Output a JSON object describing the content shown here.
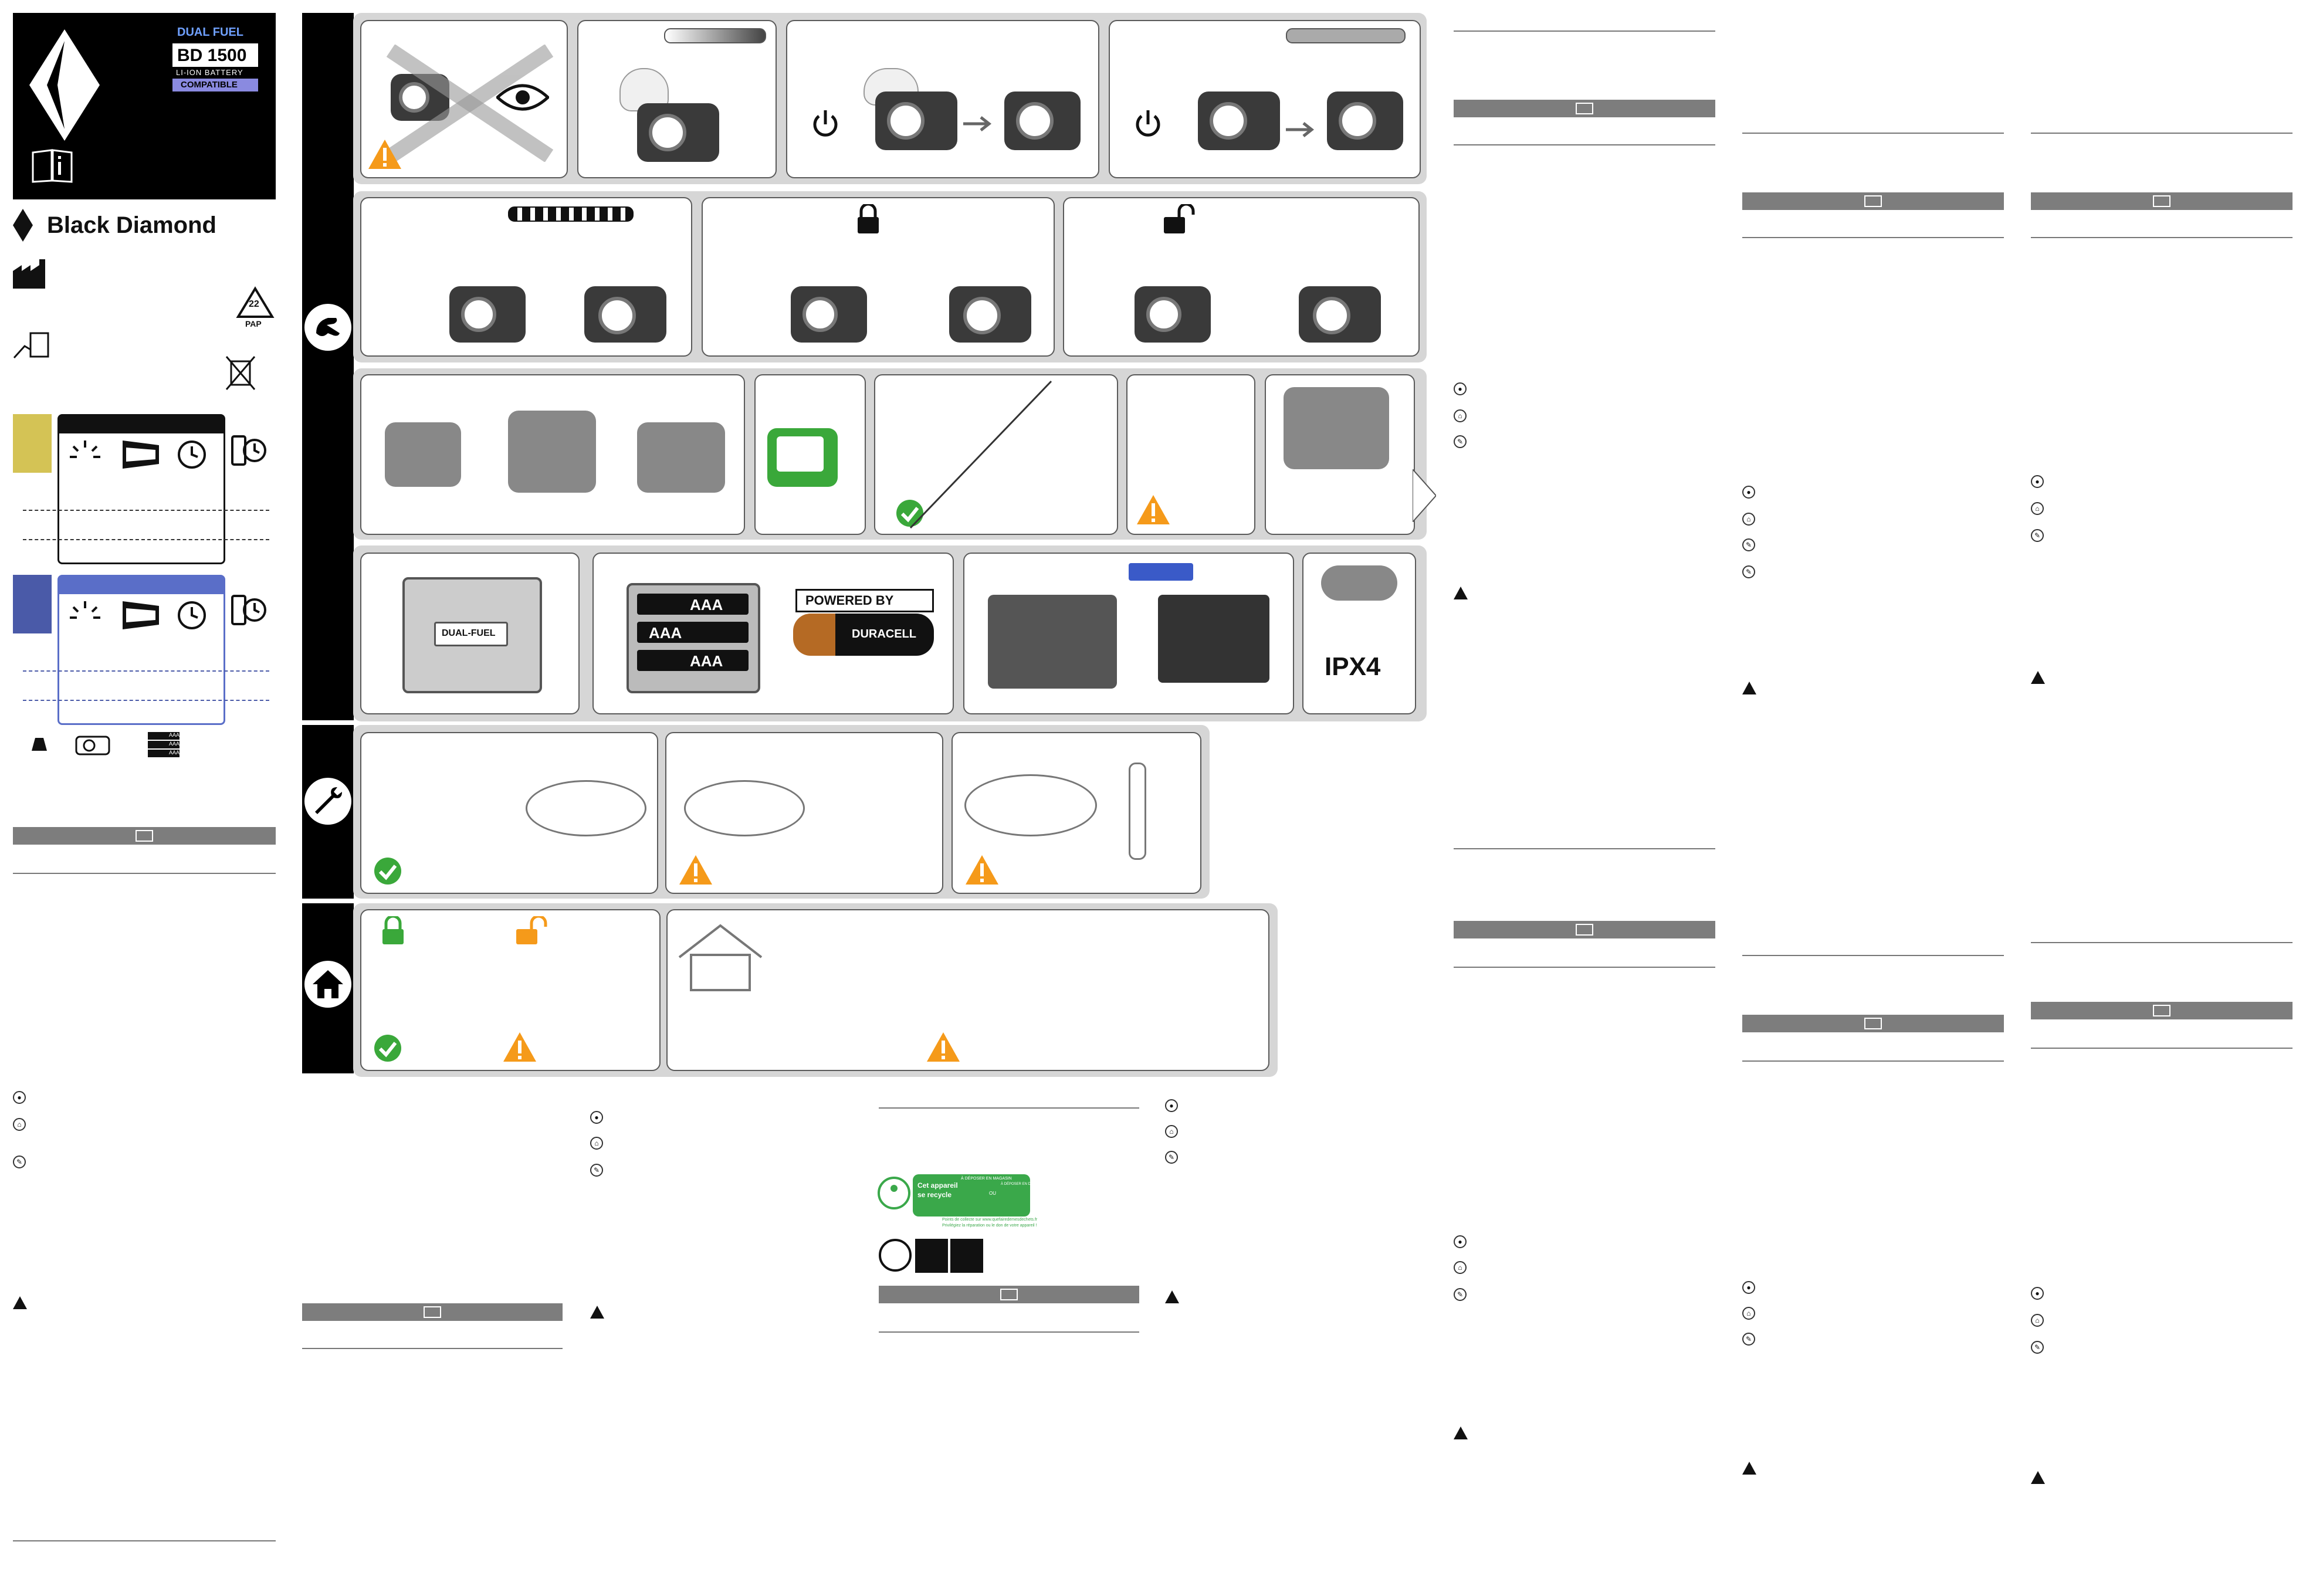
{
  "cover": {
    "brand_badge": "DUAL FUEL",
    "battery_name": "BD 1500",
    "battery_type": "LI-ION BATTERY",
    "compatible": "COMPATIBLE",
    "brand_name": "Black Diamond",
    "recycle_number": "22",
    "recycle_code": "PAP"
  },
  "batteries": {
    "aaa": "AAA",
    "dual_fuel": "DUAL-FUEL",
    "powered_by": "POWERED BY",
    "duracell": "DURACELL",
    "ipx": "IPX4"
  },
  "recycling_logo": {
    "line1": "Cet appareil",
    "line2": "se recycle",
    "col1": "À DÉPOSER EN MAGASIN",
    "col2": "À DÉPOSER EN DÉCHÈTERIE",
    "ou": "OU",
    "footnote1": "Points de collecte sur www.quefairedemesdechets.fr",
    "footnote2": "Privilégiez la réparation ou le don de votre appareil !"
  },
  "icons": {
    "brand": "black-diamond-logo",
    "manual": "info-book-icon",
    "factory": "factory-icon",
    "recycle": "recycle-icon",
    "bin": "crossed-bin-icon",
    "hand": "hand-icon",
    "wrench": "wrench-icon",
    "home": "home-icon",
    "lock": "lock-icon",
    "unlock": "unlock-icon",
    "power": "power-icon",
    "clock": "clock-icon",
    "battery": "battery-icon",
    "warning": "warning-icon",
    "check": "check-icon"
  },
  "colors": {
    "yellow_block": "#d4c355",
    "blue_block": "#4a5aa8",
    "blue_border": "#5a6ec8",
    "green_check": "#3aa83a",
    "orange_warn": "#f59a1a",
    "grey_row": "#d6d6d6",
    "section_bar": "#7d7d7d",
    "black": "#000000",
    "green_recycle": "#3aa84a",
    "badge_blue": "#3a5ac8"
  }
}
